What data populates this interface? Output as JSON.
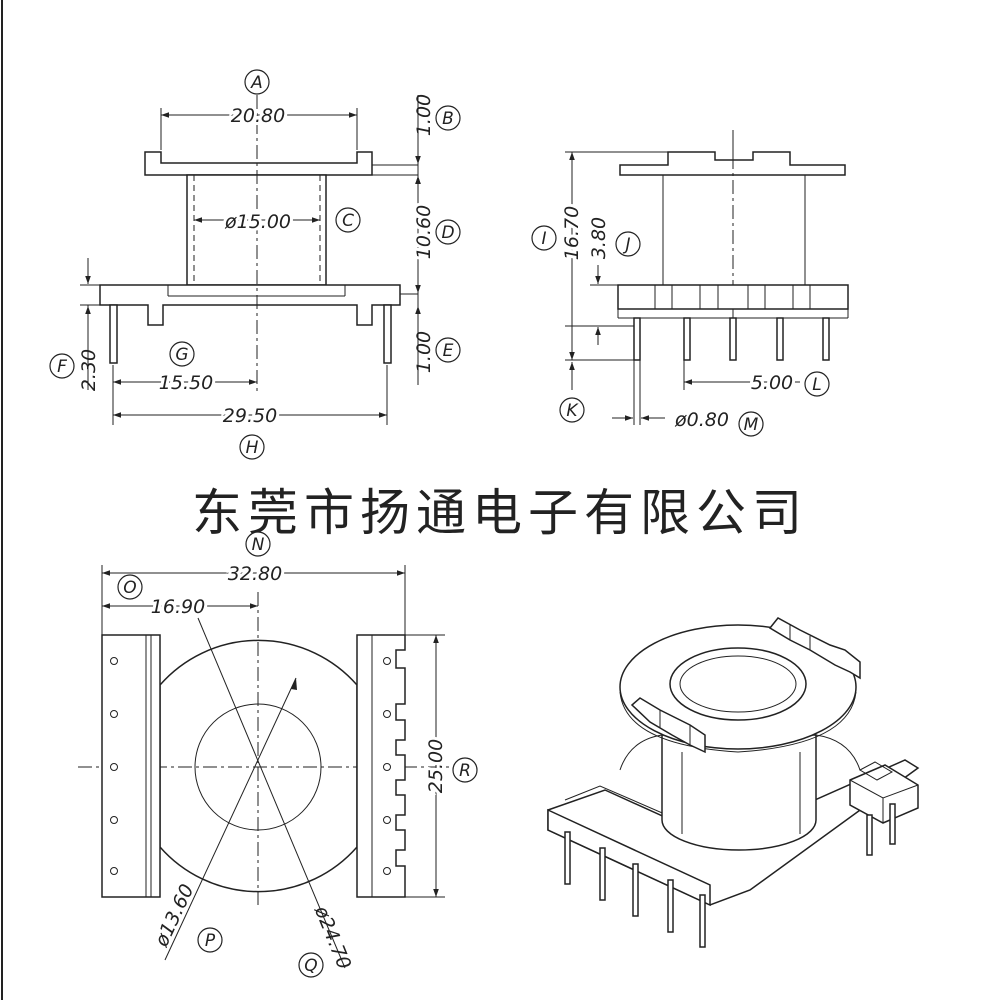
{
  "watermark": "东莞市扬通电子有限公司",
  "front_view": {
    "dims": {
      "width_a": "20.80",
      "top_flange": "1.00",
      "bore": "ø15.00",
      "winding_height": "10.60",
      "bottom_flange": "1.00",
      "pin_stub": "2.30",
      "pin_offset": "15.50",
      "overall": "29.50"
    },
    "tags": {
      "a": "A",
      "b": "B",
      "c": "C",
      "d": "D",
      "e": "E",
      "f": "F",
      "g": "G",
      "h": "H"
    }
  },
  "side_view": {
    "dims": {
      "height": "16.70",
      "base": "3.80",
      "pitch": "5.00",
      "pin_dia": "ø0.80"
    },
    "tags": {
      "i": "I",
      "j": "J",
      "k": "K",
      "l": "L",
      "m": "M"
    }
  },
  "top_view": {
    "dims": {
      "width": "32.80",
      "half": "16.90",
      "inner_dia": "ø13.60",
      "outer_dia": "ø24.70",
      "depth": "25.00"
    },
    "tags": {
      "n": "N",
      "o": "O",
      "p": "P",
      "q": "Q",
      "r": "R"
    }
  },
  "colors": {
    "line": "#222222",
    "watermark": "#e4e4e4"
  }
}
